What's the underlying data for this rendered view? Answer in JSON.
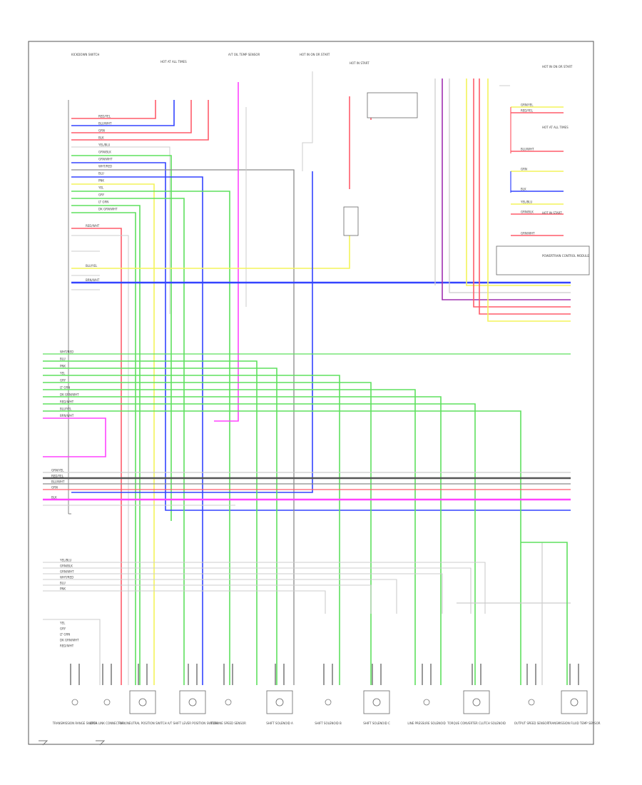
{
  "colors": {
    "red": "#ff5c6a",
    "blue": "#3344ff",
    "green": "#5ee05e",
    "pink": "#ff44ff",
    "yellow": "#f3f35a",
    "gray": "#8a8a8a",
    "dark_gray": "#555555",
    "purple": "#a030b0",
    "white_wire": "#cccccc"
  },
  "wiring": {
    "wire_labels": [
      "RED/YEL",
      "BLU/WHT",
      "GRN",
      "BLK",
      "YEL/BLU",
      "GRN/BLK",
      "GRN/WHT",
      "WHT/RED",
      "BLU",
      "PNK",
      "YEL",
      "GRY",
      "LT GRN",
      "DK GRN/WHT",
      "RED/WHT",
      "BLU/YEL",
      "BRN/WHT",
      "GRN/YEL"
    ],
    "component_labels": [
      "HOT IN ON OR START",
      "HOT AT ALL TIMES",
      "HOT IN START",
      "POWERTRAIN CONTROL MODULE",
      "TRANSMISSION RANGE SWITCH",
      "DATA LINK CONNECTOR",
      "PARK/NEUTRAL POSITION SWITCH",
      "A/T SHIFT LEVER POSITION SWITCH",
      "TURBINE SPEED SENSOR",
      "SHIFT SOLENOID A",
      "SHIFT SOLENOID B",
      "SHIFT SOLENOID C",
      "LINE PRESSURE SOLENOID",
      "TORQUE CONVERTER CLUTCH SOLENOID",
      "OUTPUT SPEED SENSOR",
      "TRANSMISSION FLUID TEMP SENSOR",
      "KICKDOWN SWITCH",
      "A/T OIL TEMP SENSOR"
    ]
  }
}
